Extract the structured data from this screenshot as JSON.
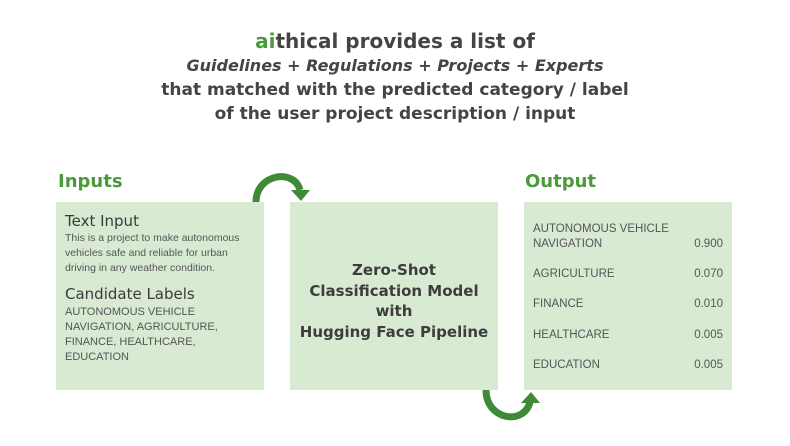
{
  "heading": {
    "brand_accent": "ai",
    "brand_rest": "thical",
    "line1_rest": " provides a list of",
    "line2": "Guidelines + Regulations + Projects + Experts",
    "line3": "that matched with the predicted category / label",
    "line4": "of the user project description / input"
  },
  "inputs": {
    "title": "Inputs",
    "text_input_title": "Text Input",
    "text_input_value": "This is a project to make autonomous vehicles safe and reliable for urban driving in any weather condition.",
    "candidate_labels_title": "Candidate Labels",
    "candidate_labels_value": "AUTONOMOUS VEHICLE NAVIGATION, AGRICULTURE, FINANCE, HEALTHCARE, EDUCATION"
  },
  "model": {
    "lines": [
      "Zero-Shot",
      "Classification Model",
      "with",
      "Hugging Face Pipeline"
    ]
  },
  "output": {
    "title": "Output",
    "results": [
      {
        "label_line1": "AUTONOMOUS VEHICLE",
        "label_line2": "NAVIGATION",
        "score": "0.900"
      },
      {
        "label_line1": "AGRICULTURE",
        "label_line2": "",
        "score": "0.070"
      },
      {
        "label_line1": "FINANCE",
        "label_line2": "",
        "score": "0.010"
      },
      {
        "label_line1": "HEALTHCARE",
        "label_line2": "",
        "score": "0.005"
      },
      {
        "label_line1": "EDUCATION",
        "label_line2": "",
        "score": "0.005"
      }
    ]
  },
  "colors": {
    "accent_green": "#4a9a3b",
    "box_fill": "#d9ead3",
    "arrow_green": "#3f8a36"
  },
  "icons": {
    "top_arrow": "curved-arrow-icon",
    "bottom_arrow": "curved-arrow-icon"
  }
}
